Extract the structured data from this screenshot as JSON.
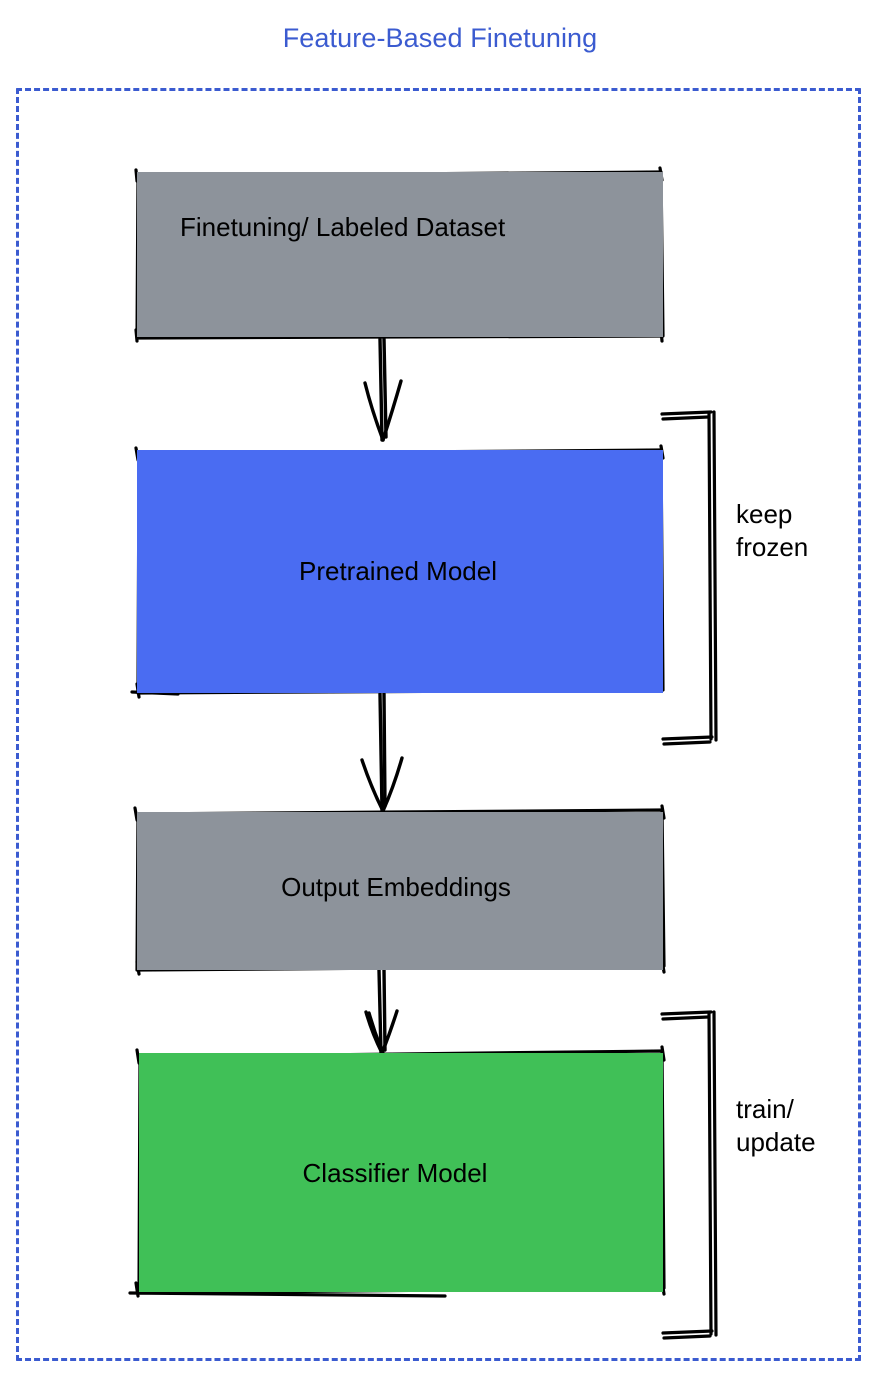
{
  "diagram": {
    "title": "Feature-Based Finetuning",
    "type": "flowchart",
    "style": "hand-drawn sketch",
    "colors": {
      "title": "#3b5bd0",
      "frame_border": "#3b5bd0",
      "gray_node": "#8d939b",
      "blue_node": "#4a6cf2",
      "green_node": "#40c057",
      "stroke": "#000000",
      "background": "#ffffff"
    },
    "nodes": [
      {
        "id": "dataset",
        "label": "Finetuning/ Labeled Dataset",
        "fill": "#8d939b"
      },
      {
        "id": "pretrained",
        "label": "Pretrained Model",
        "fill": "#4a6cf2"
      },
      {
        "id": "embeddings",
        "label": "Output Embeddings",
        "fill": "#8d939b"
      },
      {
        "id": "classifier",
        "label": "Classifier Model",
        "fill": "#40c057"
      }
    ],
    "edges": [
      {
        "from": "dataset",
        "to": "pretrained",
        "arrow": "down"
      },
      {
        "from": "pretrained",
        "to": "embeddings",
        "arrow": "down"
      },
      {
        "from": "embeddings",
        "to": "classifier",
        "arrow": "down"
      }
    ],
    "annotations": [
      {
        "id": "keep-frozen",
        "label": "keep\nfrozen",
        "targets": "pretrained"
      },
      {
        "id": "train-update",
        "label": "train/\nupdate",
        "targets": "classifier"
      }
    ]
  }
}
